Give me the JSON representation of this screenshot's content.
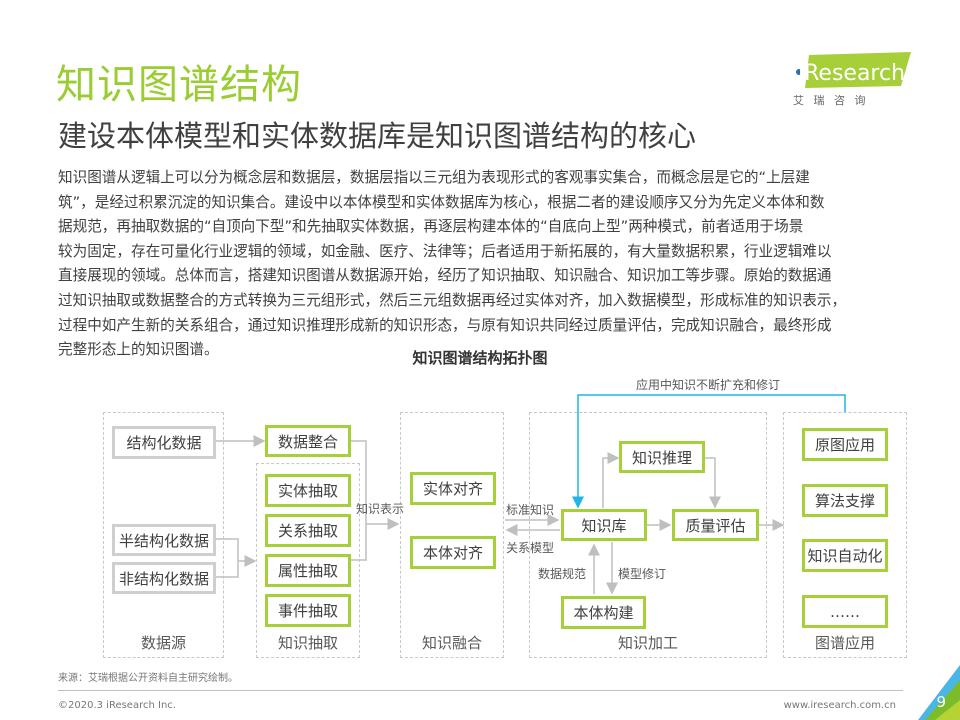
{
  "header": {
    "title": "知识图谱结构",
    "subtitle": "建设本体模型和实体数据库是知识图谱结构的核心",
    "logo": {
      "brand": "iResearch",
      "cn": "艾 瑞 咨 询"
    }
  },
  "paragraph": [
    "知识图谱从逻辑上可以分为概念层和数据层，数据层指以三元组为表现形式的客观事实集合，而概念层是它的“上层建",
    "筑”，是经过积累沉淀的知识集合。建设中以本体模型和实体数据库为核心，根据二者的建设顺序又分为先定义本体和数",
    "据规范，再抽取数据的“自顶向下型”和先抽取实体数据，再逐层构建本体的“自底向上型”两种模式，前者适用于场景",
    "较为固定，存在可量化行业逻辑的领域，如金融、医疗、法律等；后者适用于新拓展的，有大量数据积累，行业逻辑难以",
    "直接展现的领域。总体而言，搭建知识图谱从数据源开始，经历了知识抽取、知识融合、知识加工等步骤。原始的数据通",
    "过知识抽取或数据整合的方式转换为三元组形式，然后三元组数据再经过实体对齐，加入数据模型，形成标准的知识表示，",
    "过程中如产生新的关系组合，通过知识推理形成新的知识形态，与原有知识共同经过质量评估，完成知识融合，最终形成",
    "完整形态上的知识图谱。"
  ],
  "diagram": {
    "title": "知识图谱结构拓扑图",
    "feedback_label": "应用中知识不断扩充和修订",
    "columns": {
      "source": "数据源",
      "extract": "知识抽取",
      "fusion": "知识融合",
      "process": "知识加工",
      "app": "图谱应用"
    },
    "source_boxes": [
      "结构化数据",
      "半结构化数据",
      "非结构化数据"
    ],
    "integrate": "数据整合",
    "extract_boxes": [
      "实体抽取",
      "关系抽取",
      "属性抽取",
      "事件抽取"
    ],
    "fusion_boxes": [
      "实体对齐",
      "本体对齐"
    ],
    "process_boxes": {
      "kb": "知识库",
      "reason": "知识推理",
      "quality": "质量评估",
      "ontology": "本体构建"
    },
    "app_boxes": [
      "原图应用",
      "算法支撑",
      "知识自动化",
      "……"
    ],
    "edge_labels": {
      "repr": "知识表示",
      "std": "标准知识",
      "rel": "关系模型",
      "norm": "数据规范",
      "rev": "模型修订"
    }
  },
  "footer": {
    "source": "来源：艾瑞根据公开资料自主研究绘制。",
    "copyright": "©2020.3 iResearch Inc.",
    "url": "www.iresearch.com.cn",
    "page": "9"
  },
  "colors": {
    "green": "#a7cf3a",
    "blue": "#1fb5e8",
    "gray": "#bfbfbf"
  }
}
